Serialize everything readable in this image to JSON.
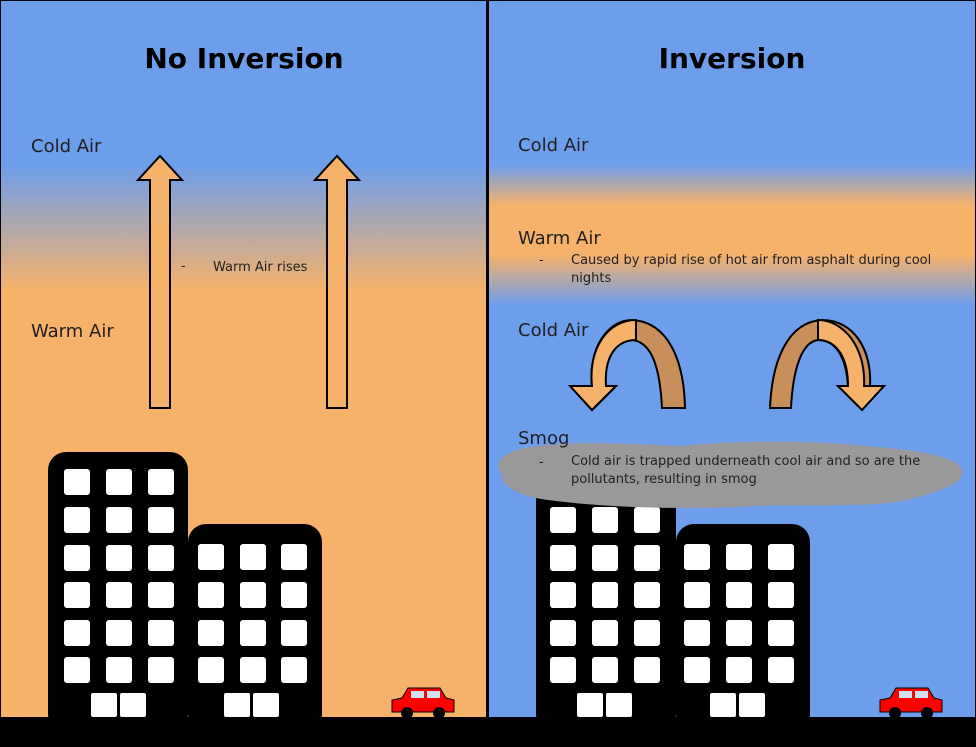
{
  "left_panel": {
    "title": "No Inversion",
    "cold_air": "Cold Air",
    "warm_air": "Warm Air",
    "bullet": "-",
    "note": "Warm Air rises"
  },
  "right_panel": {
    "title": "Inversion",
    "cold_air_top": "Cold Air",
    "warm_air": "Warm Air",
    "warm_bullet": "-",
    "warm_note": "Caused by rapid rise of hot air from asphalt during cool nights",
    "cold_air_mid": "Cold Air",
    "smog": "Smog",
    "smog_bullet": "-",
    "smog_note": "Cold air is trapped underneath cool air and so are the pollutants, resulting in smog"
  },
  "colors": {
    "sky_blue": "#6d9eeb",
    "warm_orange": "#f6b26b",
    "arrow_fill": "#f6b26b",
    "arrow_back": "#c98f5b",
    "smog_gray": "#999999",
    "building": "#000000",
    "window": "#ffffff",
    "car": "#ff0000"
  },
  "icons": [
    "up-arrow-icon",
    "curved-arrow-icon",
    "building-icon",
    "car-icon",
    "smog-cloud-icon"
  ]
}
